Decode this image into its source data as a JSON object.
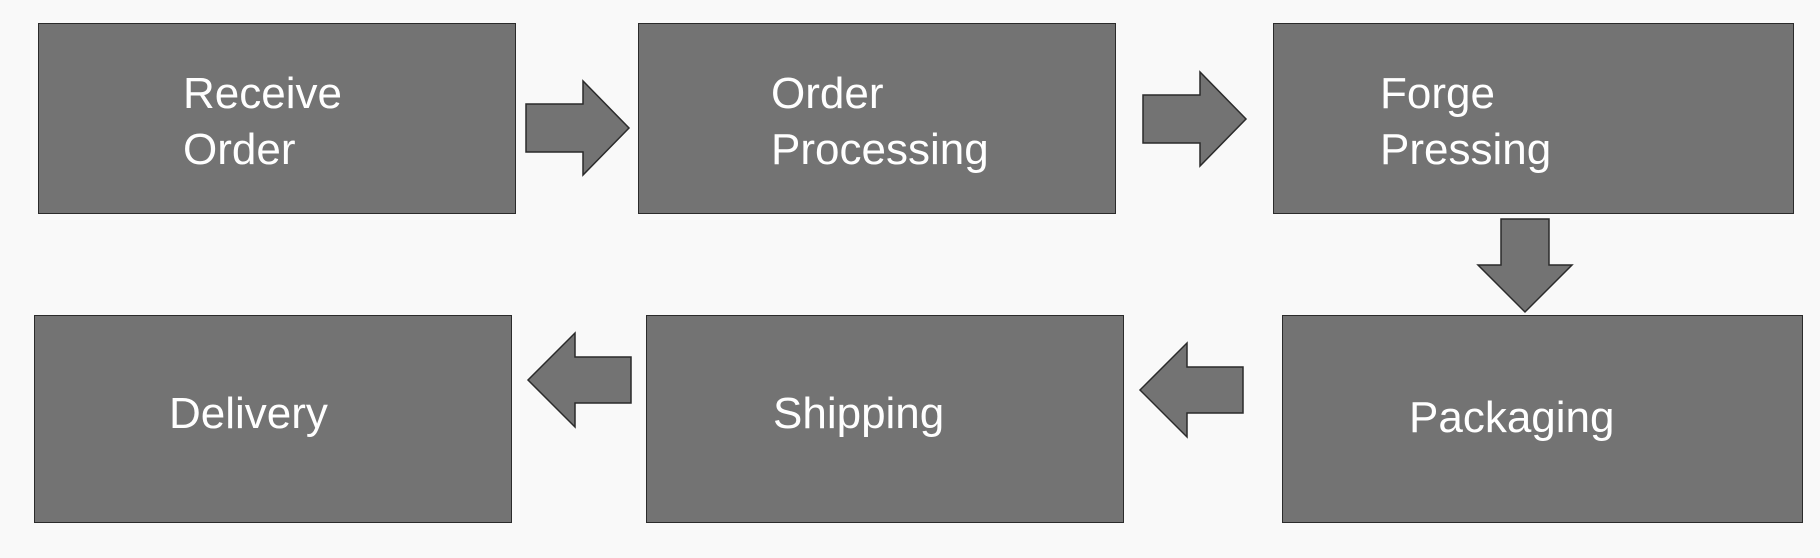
{
  "diagram": {
    "steps": [
      {
        "lines": [
          "Receive",
          "Order"
        ]
      },
      {
        "lines": [
          "Order",
          "Processing"
        ]
      },
      {
        "lines": [
          "Forge",
          "Pressing"
        ]
      },
      {
        "lines": [
          "Packaging"
        ]
      },
      {
        "lines": [
          "Shipping"
        ]
      },
      {
        "lines": [
          "Delivery"
        ]
      }
    ]
  },
  "colors": {
    "box_fill": "#737373",
    "box_border": "#2b2b2b",
    "text": "#ffffff",
    "background": "#f9f9f9"
  }
}
